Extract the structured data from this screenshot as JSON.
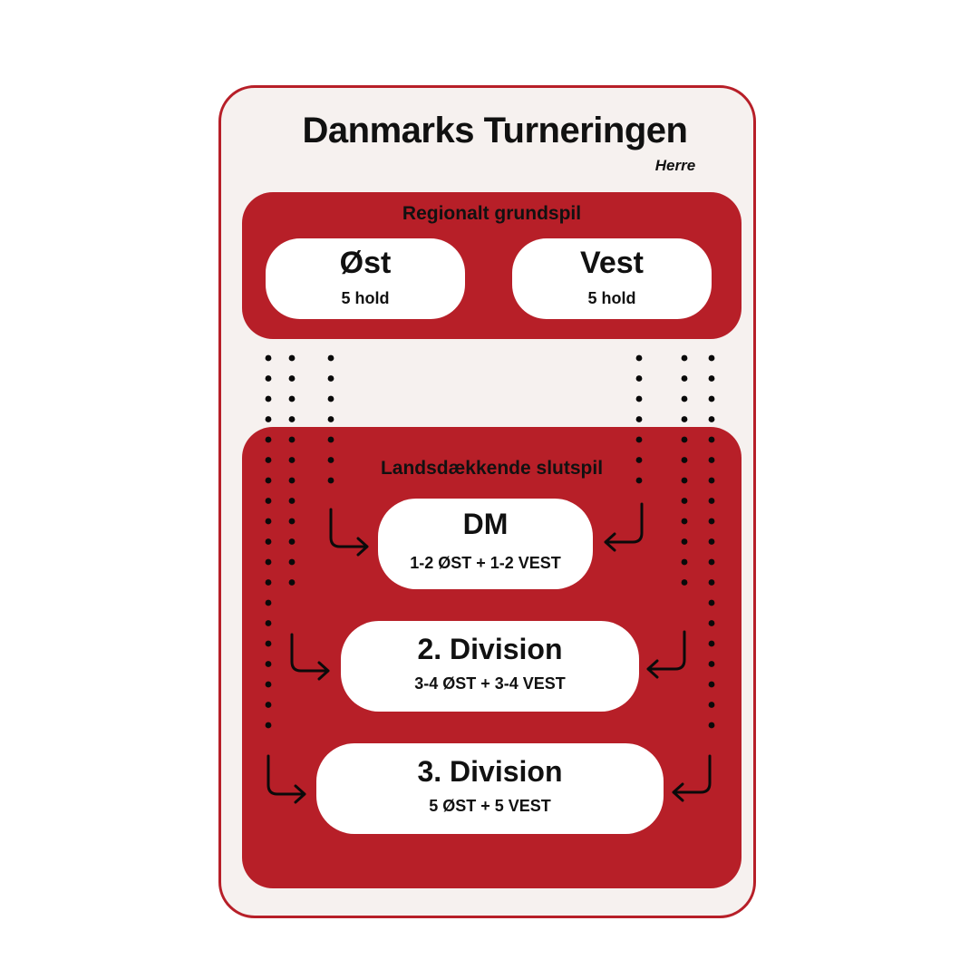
{
  "title": "Danmarks Turneringen",
  "subtitle": "Herre",
  "regional": {
    "label": "Regionalt grundspil",
    "east": {
      "name": "Øst",
      "teams": "5 hold"
    },
    "west": {
      "name": "Vest",
      "teams": "5 hold"
    }
  },
  "national": {
    "label": "Landsdækkende slutspil",
    "tiers": [
      {
        "name": "DM",
        "qualifiers": "1-2 ØST + 1-2 VEST"
      },
      {
        "name": "2. Division",
        "qualifiers": "3-4 ØST + 3-4 VEST"
      },
      {
        "name": "3. Division",
        "qualifiers": "5 ØST + 5 VEST"
      }
    ]
  },
  "colors": {
    "accent": "#b71f28",
    "card_background": "#f6f1ef",
    "box_background": "#ffffff",
    "text": "#111111"
  }
}
